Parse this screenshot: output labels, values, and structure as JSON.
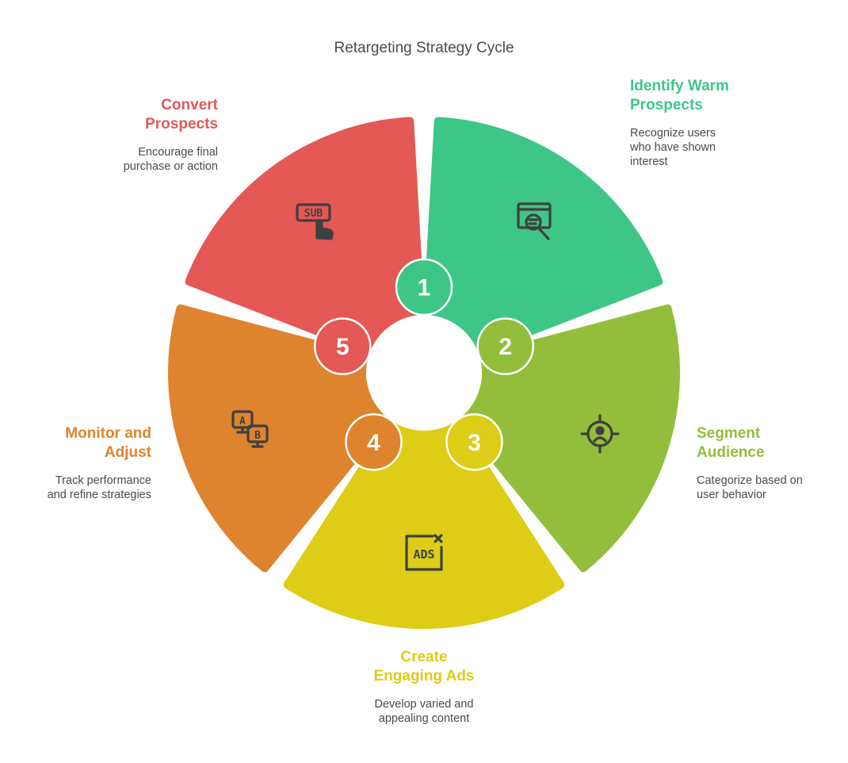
{
  "title": "Retargeting Strategy Cycle",
  "steps": [
    {
      "number": "1",
      "heading_line1": "Identify Warm",
      "heading_line2": "Prospects",
      "desc_line1": "Recognize users",
      "desc_line2": "who have shown",
      "desc_line3": "interest",
      "color": "#3ec687",
      "icon": "ad-search-icon"
    },
    {
      "number": "2",
      "heading_line1": "Segment",
      "heading_line2": "Audience",
      "desc_line1": "Categorize based on",
      "desc_line2": "user behavior",
      "desc_line3": "",
      "color": "#93be3b",
      "icon": "target-user-icon"
    },
    {
      "number": "3",
      "heading_line1": "Create",
      "heading_line2": "Engaging Ads",
      "desc_line1": "Develop varied and",
      "desc_line2": "appealing content",
      "desc_line3": "",
      "color": "#decd16",
      "icon": "ads-icon"
    },
    {
      "number": "4",
      "heading_line1": "Monitor and",
      "heading_line2": "Adjust",
      "desc_line1": "Track performance",
      "desc_line2": "and refine strategies",
      "desc_line3": "",
      "color": "#de842e",
      "icon": "ab-test-icon"
    },
    {
      "number": "5",
      "heading_line1": "Convert",
      "heading_line2": "Prospects",
      "desc_line1": "Encourage final",
      "desc_line2": "purchase or action",
      "desc_line3": "",
      "color": "#e45855",
      "icon": "subscribe-click-icon"
    }
  ]
}
